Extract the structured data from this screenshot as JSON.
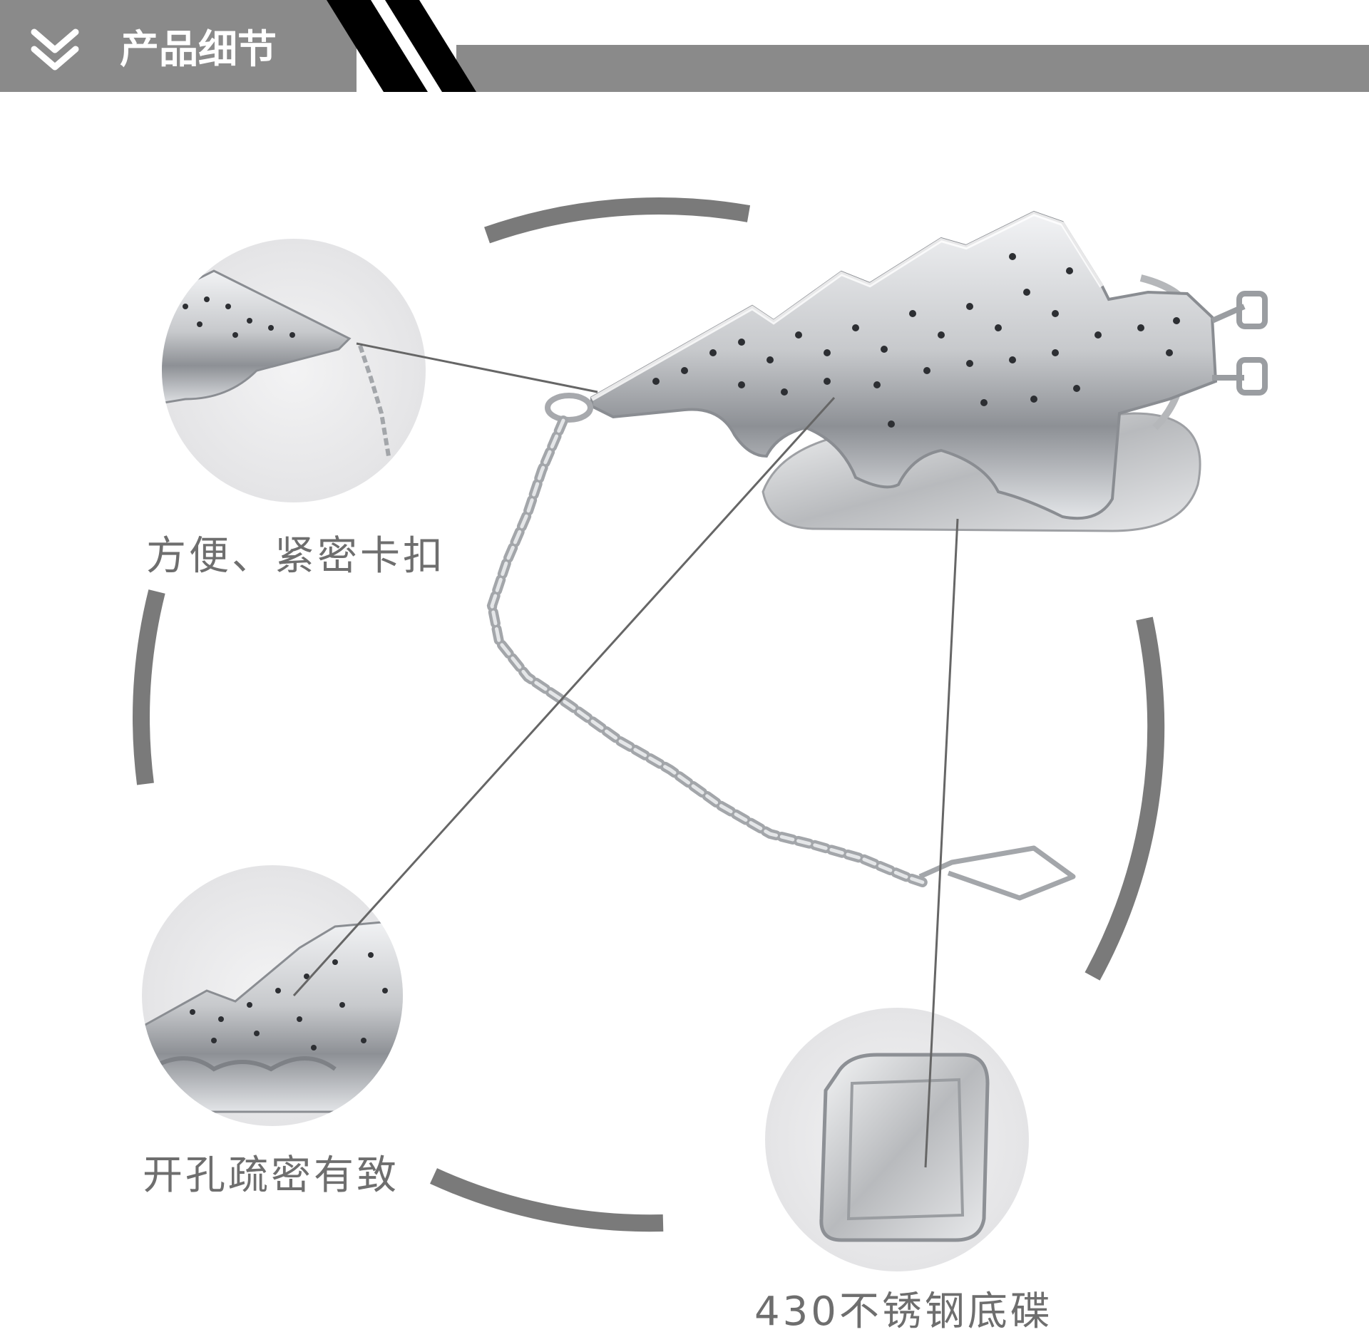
{
  "header": {
    "title": "产品细节",
    "icon": "double-chevron-down-icon"
  },
  "callouts": [
    {
      "label": "方便、紧密卡扣"
    },
    {
      "label": "开孔疏密有致"
    },
    {
      "label": "430不锈钢底碟"
    }
  ],
  "colors": {
    "header_bar": "#8a8a8a",
    "header_stripes": "#000000",
    "ring_arcs": "#7a7a7a",
    "label_text": "#6e6e6e",
    "steel": "#c9cbce"
  }
}
